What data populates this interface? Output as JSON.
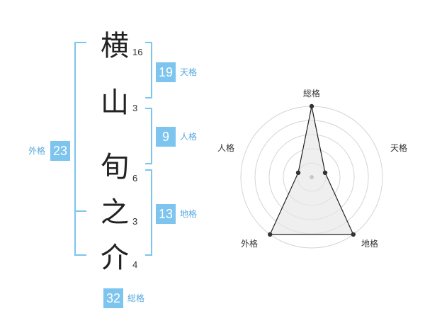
{
  "name": {
    "characters": [
      {
        "char": "横",
        "strokes": "16"
      },
      {
        "char": "山",
        "strokes": "3"
      },
      {
        "char": "旬",
        "strokes": "6"
      },
      {
        "char": "之",
        "strokes": "3"
      },
      {
        "char": "介",
        "strokes": "4"
      }
    ]
  },
  "fortune": {
    "tenkaku": {
      "label": "天格",
      "value": "19"
    },
    "jinkaku": {
      "label": "人格",
      "value": "9"
    },
    "chikaku": {
      "label": "地格",
      "value": "13"
    },
    "gaikaku": {
      "label": "外格",
      "value": "23"
    },
    "soukaku": {
      "label": "総格",
      "value": "32"
    }
  },
  "colors": {
    "accent": "#7dc4ee",
    "accent_text": "#58a9dd",
    "bracket": "#7dc4ee"
  },
  "chart_data": {
    "type": "radar",
    "axes": [
      "総格",
      "天格",
      "地格",
      "外格",
      "人格"
    ],
    "values": [
      5,
      1,
      5,
      5,
      1
    ],
    "rlim": [
      0,
      5
    ],
    "rings": 5,
    "grid": true
  }
}
